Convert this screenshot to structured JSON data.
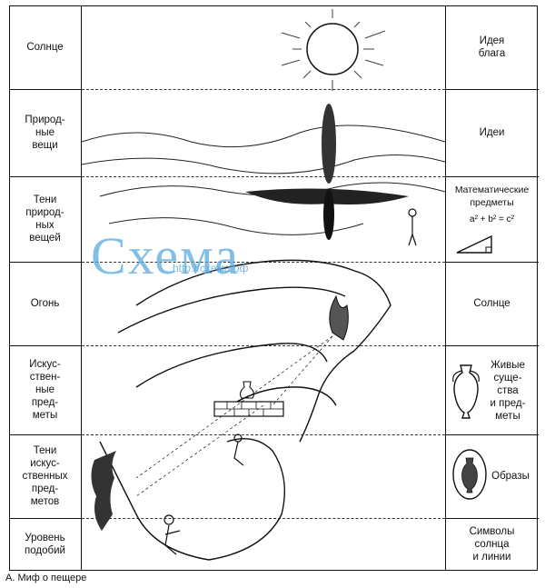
{
  "left_column": [
    "Солнце",
    "Природ-\nные\nвещи",
    "Тени\nприрод-\nных\nвещей",
    "Огонь",
    "Искус-\nствен-\nные\nпред-\nметы",
    "Тени\nискус-\nственных\nпред-\nметов",
    "Уровень\nподобий"
  ],
  "right_column": [
    "Идея\nблага",
    "Идеи",
    "Математические\nпредметы",
    "Солнце",
    "Живые\nсуще-\nства\nи пред-\nметы",
    "Образы",
    "Символы\nсолнца\nи линии"
  ],
  "formula": "a² + b² = c²",
  "caption": "А.  Миф о пещере",
  "watermark": {
    "text": "Схема",
    "url": "http://схема.рф"
  }
}
